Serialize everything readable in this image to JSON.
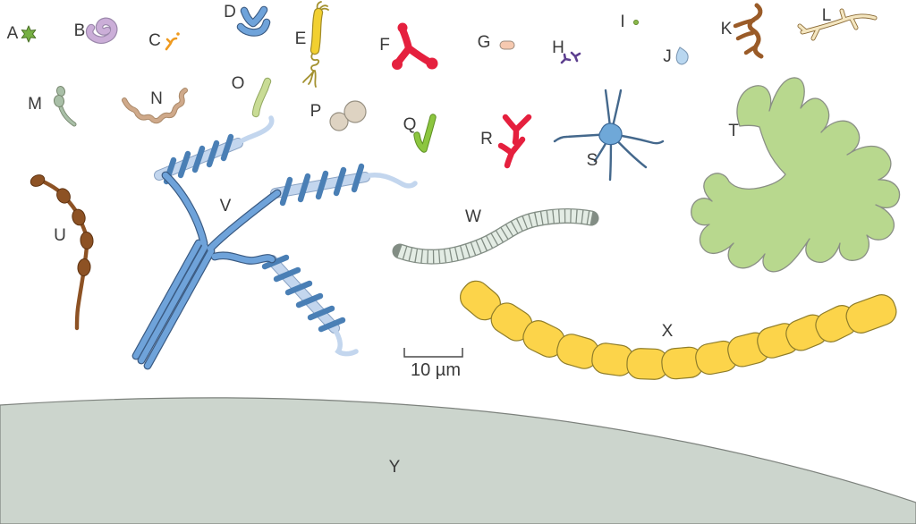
{
  "figure": {
    "type": "microorganism-size-comparison-diagram",
    "background_color": "#ffffff",
    "scale_bar": {
      "label": "10 µm"
    },
    "organisms": [
      {
        "label": "A",
        "shape": "six-pointed-star-cell",
        "color": "#76b043"
      },
      {
        "label": "B",
        "shape": "coiled-spiral-cell",
        "color": "#cbaed8"
      },
      {
        "label": "C",
        "shape": "tiny-branched-cell",
        "color": "#ef9a1f"
      },
      {
        "label": "D",
        "shape": "thick-curved-rod-cluster",
        "color": "#6fa3da"
      },
      {
        "label": "E",
        "shape": "rod-with-polar-flagella-tufts",
        "color": "#f2d030"
      },
      {
        "label": "F",
        "shape": "three-armed-knobbed-cell",
        "color": "#e5203e"
      },
      {
        "label": "G",
        "shape": "small-capsule-rod",
        "color": "#f6c9b0"
      },
      {
        "label": "H",
        "shape": "tiny-forked-cells",
        "color": "#5d3f8f"
      },
      {
        "label": "I",
        "shape": "tiny-coccus-dot",
        "color": "#8ab84a"
      },
      {
        "label": "J",
        "shape": "teardrop-cell",
        "color": "#b9d7f0"
      },
      {
        "label": "K",
        "shape": "branched-comb-filament",
        "color": "#9a5b28"
      },
      {
        "label": "L",
        "shape": "branched-hyphal-filament",
        "color": "#f4e6c0"
      },
      {
        "label": "M",
        "shape": "budding-cell-with-stalk",
        "color": "#a9bfa7"
      },
      {
        "label": "N",
        "shape": "wavy-spirillum",
        "color": "#cfa98a"
      },
      {
        "label": "O",
        "shape": "slender-rod",
        "color": "#c9dc95"
      },
      {
        "label": "P",
        "shape": "paired-cocci",
        "color": "#ded3c2"
      },
      {
        "label": "Q",
        "shape": "v-shaped-rod-pair",
        "color": "#8cc63f"
      },
      {
        "label": "R",
        "shape": "bifid-y-shaped-cells",
        "color": "#e5203e"
      },
      {
        "label": "S",
        "shape": "star-cell-with-appendages",
        "color": "#6fa8d8"
      },
      {
        "label": "T",
        "shape": "large-multi-lobed-cell",
        "color": "#b8d88e"
      },
      {
        "label": "U",
        "shape": "beaded-stalked-filament",
        "color": "#8d5224"
      },
      {
        "label": "V",
        "shape": "giant-filament-with-coiled-ends",
        "color": "#6fa3da"
      },
      {
        "label": "W",
        "shape": "segmented-trichome-filament",
        "color": "#e3ece4"
      },
      {
        "label": "X",
        "shape": "chain-of-barrel-cells",
        "color": "#fcd44a"
      },
      {
        "label": "Y",
        "shape": "edge-of-giant-cell",
        "color": "#ccd5cd"
      }
    ]
  }
}
